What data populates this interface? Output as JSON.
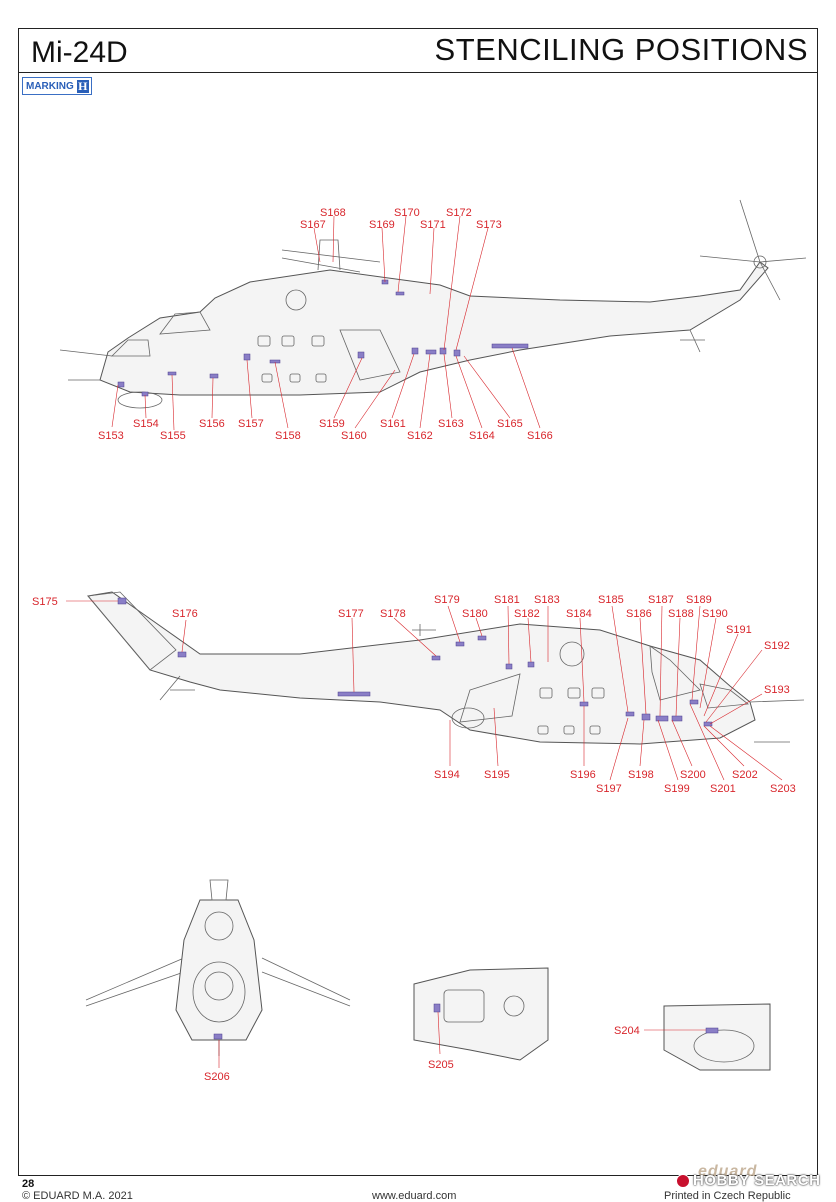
{
  "header": {
    "model": "Mi-24D",
    "section_title": "STENCILING POSITIONS",
    "marking_label": "MARKING",
    "marking_letter": "H"
  },
  "side_left_view": {
    "callouts": [
      "S153",
      "S154",
      "S155",
      "S156",
      "S157",
      "S158",
      "S159",
      "S160",
      "S161",
      "S162",
      "S163",
      "S164",
      "S165",
      "S166",
      "S167",
      "S168",
      "S169",
      "S170",
      "S171",
      "S172",
      "S173"
    ]
  },
  "side_right_view": {
    "callouts": [
      "S175",
      "S176",
      "S177",
      "S178",
      "S179",
      "S180",
      "S181",
      "S182",
      "S183",
      "S184",
      "S185",
      "S186",
      "S187",
      "S188",
      "S189",
      "S190",
      "S191",
      "S192",
      "S193",
      "S194",
      "S195",
      "S196",
      "S197",
      "S198",
      "S199",
      "S200",
      "S201",
      "S202",
      "S203"
    ]
  },
  "detail_views": {
    "front_view_callout": "S206",
    "nose_detail_callout": "S205",
    "pod_detail_callout": "S204"
  },
  "footer": {
    "page_number": "28",
    "copyright": "© EDUARD M.A. 2021",
    "website": "www.eduard.com",
    "printed": "Printed in Czech Republic",
    "brand": "eduard",
    "watermark": "HOBBY SEARCH"
  }
}
